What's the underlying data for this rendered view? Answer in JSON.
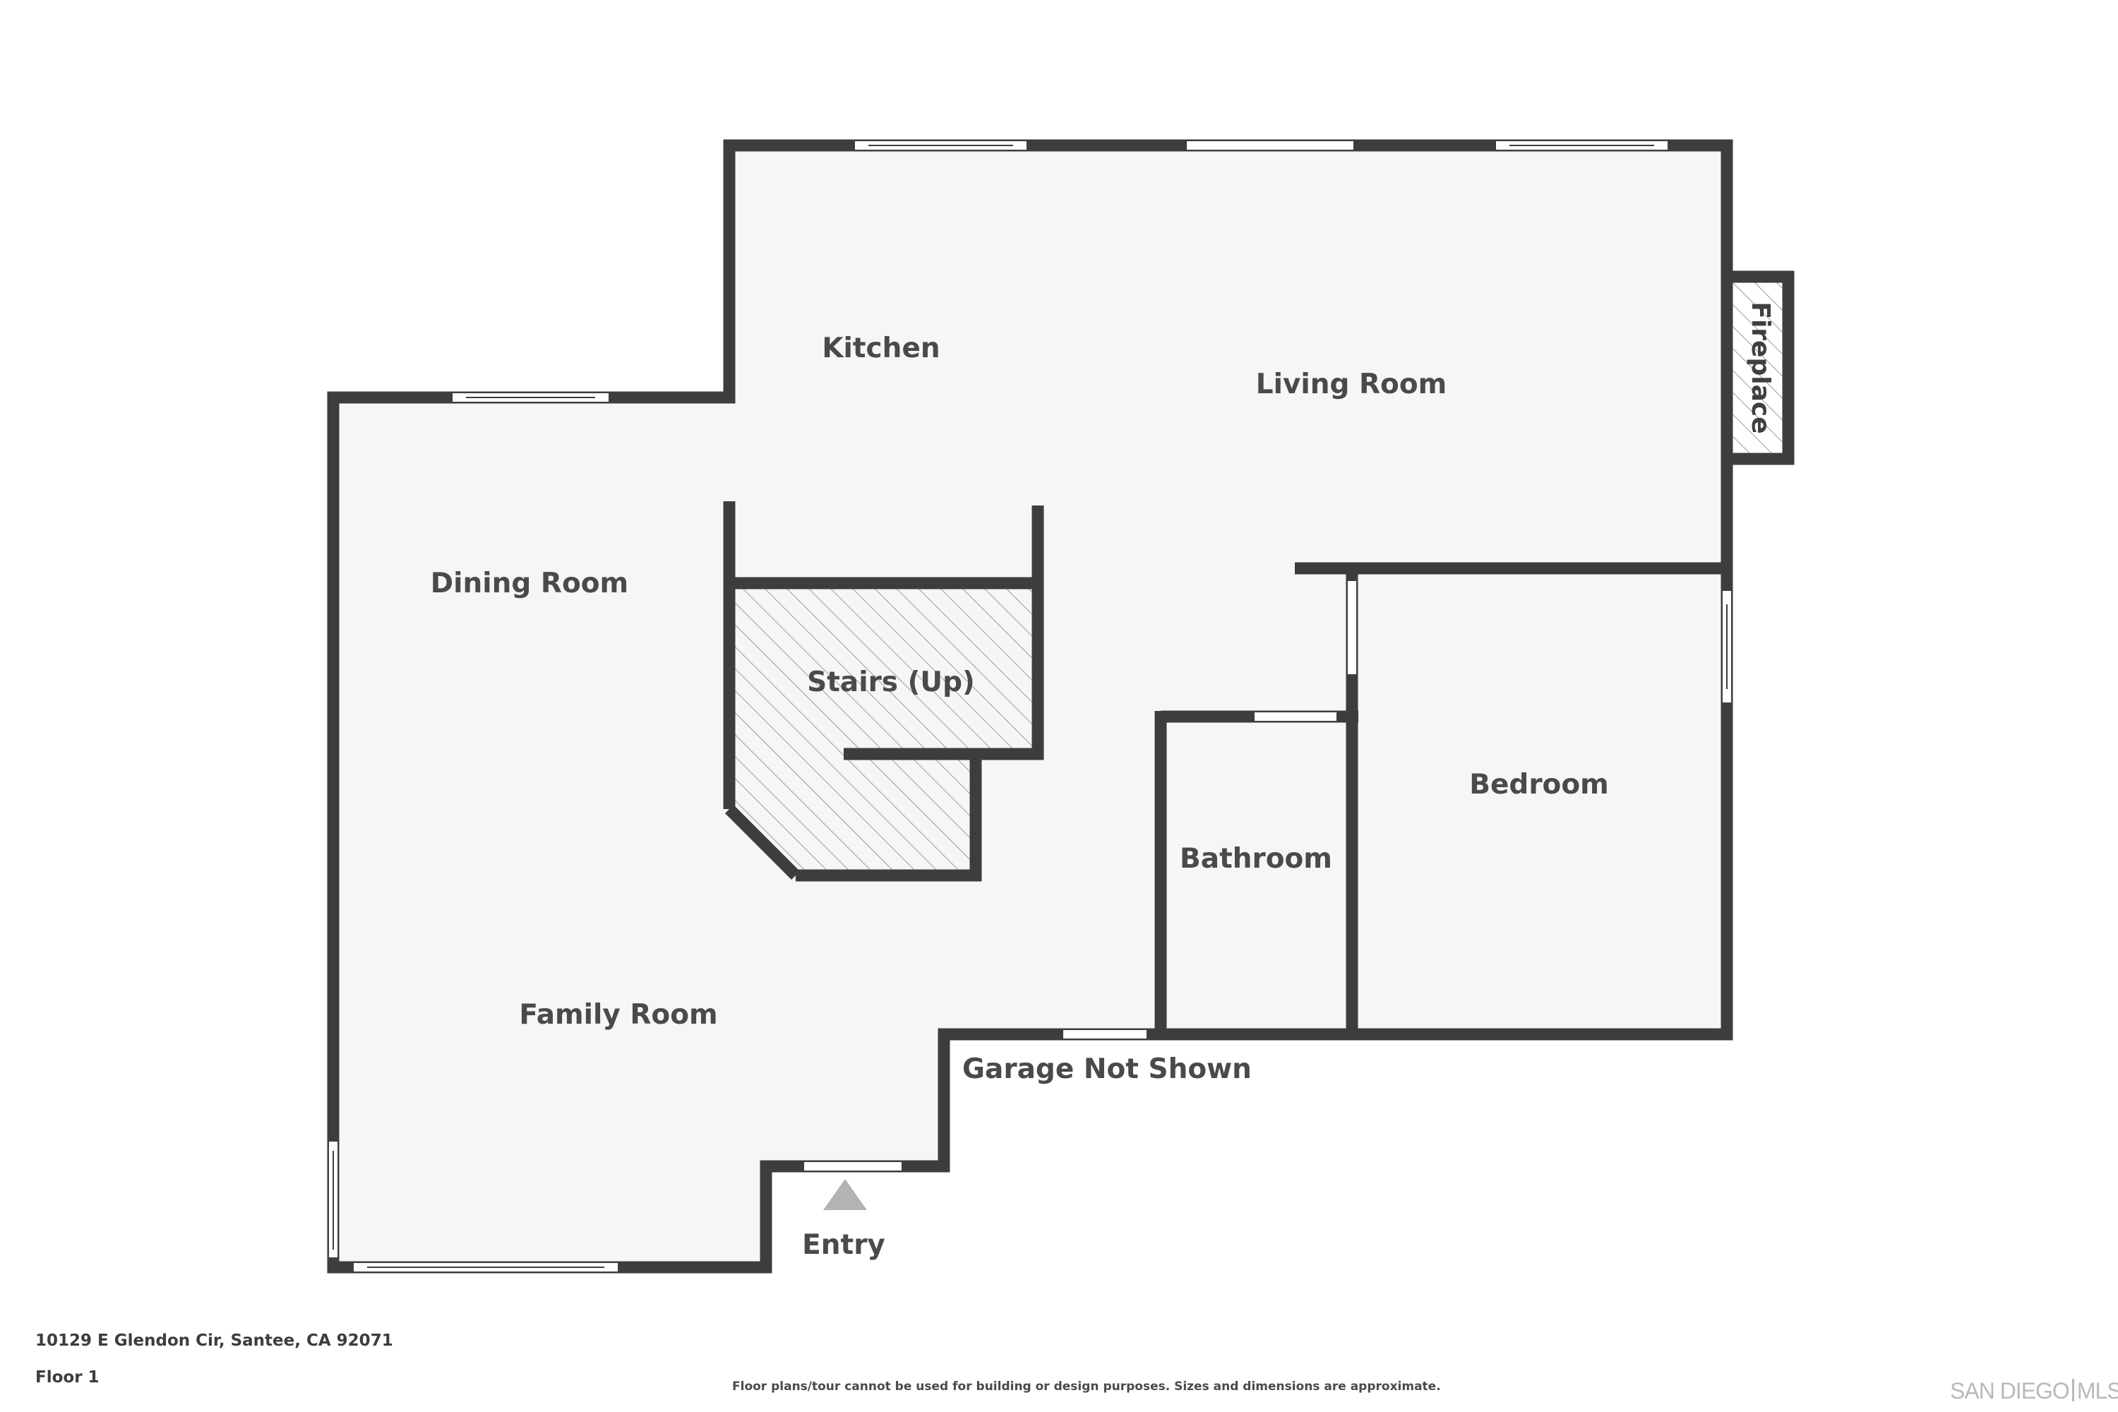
{
  "rooms": {
    "kitchen": "Kitchen",
    "living_room": "Living Room",
    "fireplace": "Fireplace",
    "dining_room": "Dining Room",
    "stairs": "Stairs (Up)",
    "bedroom": "Bedroom",
    "bathroom": "Bathroom",
    "family_room": "Family Room",
    "garage": "Garage Not Shown",
    "entry": "Entry"
  },
  "footer": {
    "address": "10129 E Glendon Cir, Santee, CA 92071",
    "floor": "Floor 1",
    "disclaimer": "Floor plans/tour cannot be used for building or design purposes. Sizes and dimensions are approximate."
  },
  "logo": {
    "left": "SAN DIEGO",
    "right": "MLS"
  },
  "colors": {
    "wall": "#3d3d3d",
    "floor": "#f6f6f6",
    "label": "#4a4a4a",
    "entry_marker": "#b3b3b3"
  }
}
